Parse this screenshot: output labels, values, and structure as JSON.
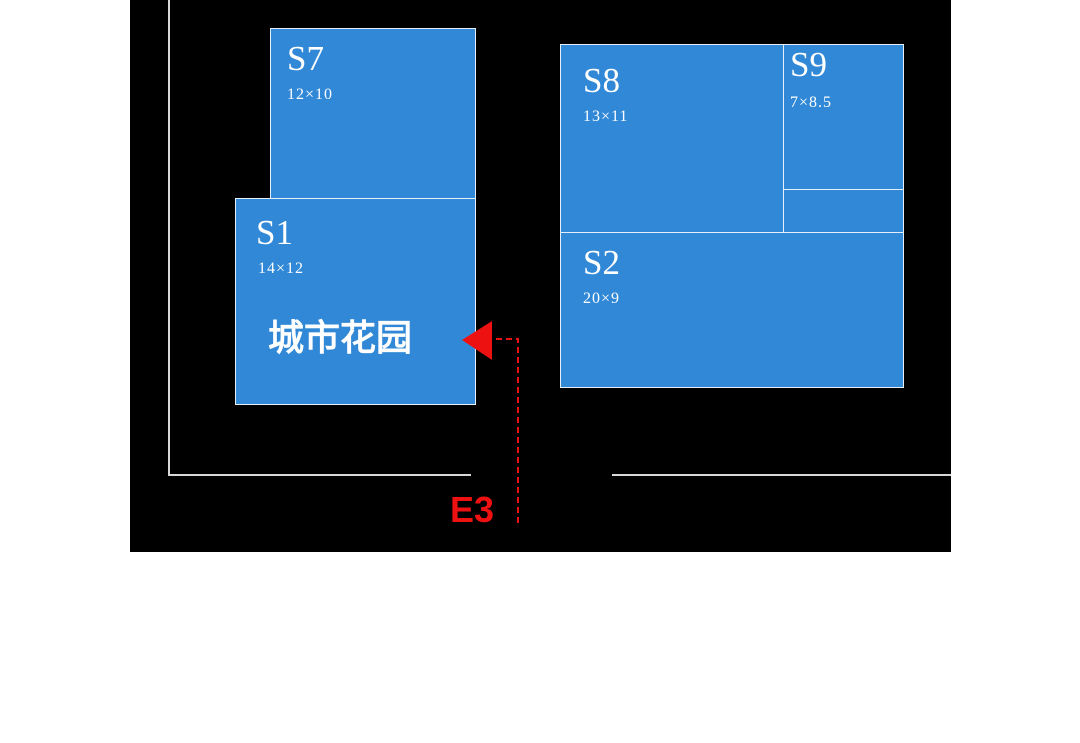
{
  "colors": {
    "background": "#000000",
    "page": "#ffffff",
    "plot_fill": "#3088d6",
    "boundary": "#d8d8d8",
    "entrance": "#ee1111"
  },
  "plots": {
    "s7": {
      "id": "S7",
      "dims": "12×10"
    },
    "s8": {
      "id": "S8",
      "dims": "13×11"
    },
    "s9": {
      "id": "S9",
      "dims": "7×8.5"
    },
    "s1": {
      "id": "S1",
      "dims": "14×12",
      "name": "城市花园"
    },
    "s2": {
      "id": "S2",
      "dims": "20×9"
    }
  },
  "entrance": {
    "label": "E3",
    "marker": "arrow-left-icon"
  }
}
